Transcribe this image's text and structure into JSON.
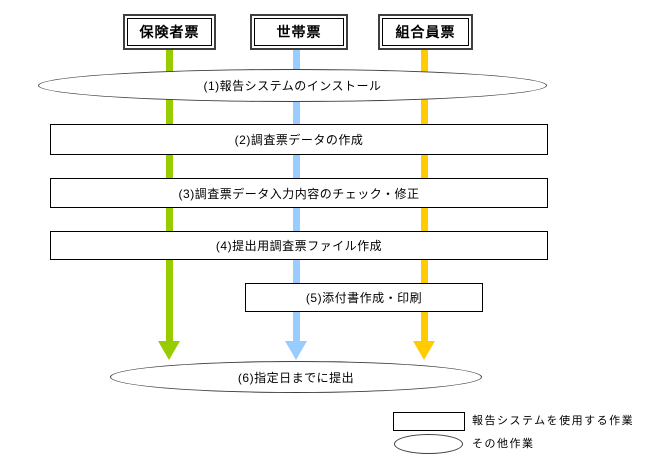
{
  "diagram": {
    "title": "report-system-workflow",
    "top_boxes": [
      {
        "label": "保険者票",
        "arrow_color": "#99CC00"
      },
      {
        "label": "世帯票",
        "arrow_color": "#99CCFF"
      },
      {
        "label": "組合員票",
        "arrow_color": "#FFCC00"
      }
    ],
    "steps": [
      {
        "shape": "ellipse",
        "label": "(1)報告システムのインストール"
      },
      {
        "shape": "rect",
        "label": "(2)調査票データの作成"
      },
      {
        "shape": "rect",
        "label": "(3)調査票データ入力内容のチェック・修正"
      },
      {
        "shape": "rect",
        "label": "(4)提出用調査票ファイル作成"
      },
      {
        "shape": "rect",
        "label": "(5)添付書作成・印刷"
      },
      {
        "shape": "ellipse",
        "label": "(6)指定日までに提出"
      }
    ],
    "legend": [
      {
        "shape": "rect",
        "label": "報告システムを使用する作業"
      },
      {
        "shape": "ellipse",
        "label": "その他作業"
      }
    ],
    "colors": {
      "green_arrow": "#99CC00",
      "blue_arrow": "#99CCFF",
      "yellow_arrow": "#FFCC00",
      "shape_border": "#3f3f3f"
    }
  }
}
